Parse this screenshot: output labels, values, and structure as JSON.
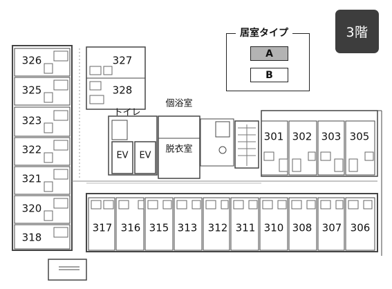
{
  "floor_badge": "3階",
  "legend": {
    "title": "居室タイプ",
    "type_a": "A",
    "type_b": "B",
    "type_a_color": "#b3b3b3",
    "type_b_color": "#ffffff"
  },
  "labels": {
    "toilet": "トイレ",
    "bath": "個浴室",
    "dressing": "脱衣室",
    "ev": "EV"
  },
  "rooms": {
    "r326": "326",
    "r327": "327",
    "r325": "325",
    "r328": "328",
    "r323": "323",
    "r322": "322",
    "r321": "321",
    "r320": "320",
    "r318": "318",
    "r301": "301",
    "r302": "302",
    "r303": "303",
    "r305": "305",
    "r317": "317",
    "r316": "316",
    "r315": "315",
    "r313": "313",
    "r312": "312",
    "r311": "311",
    "r310": "310",
    "r308": "308",
    "r307": "307",
    "r306": "306"
  },
  "colors": {
    "wall": "#3a3a3a",
    "line": "#555555",
    "background": "#ffffff"
  }
}
